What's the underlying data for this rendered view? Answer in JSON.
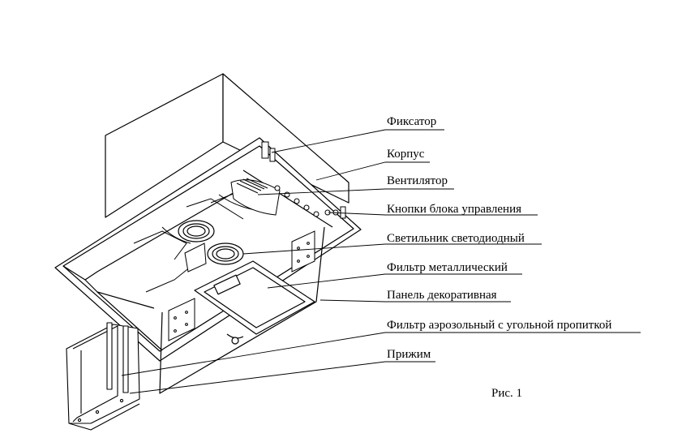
{
  "labels": {
    "fiksator": "Фиксатор",
    "korpus": "Корпус",
    "ventilyator": "Вентилятор",
    "knopki": "Кнопки блока управления",
    "svetilnik": "Светильник светодиодный",
    "filtr_metal": "Фильтр металлический",
    "panel": "Панель декоративная",
    "filtr_aero": "Фильтр аэрозольный с угольной пропиткой",
    "prizhim": "Прижим"
  },
  "caption": "Рис. 1",
  "colors": {
    "line": "#000000",
    "background": "#ffffff"
  }
}
